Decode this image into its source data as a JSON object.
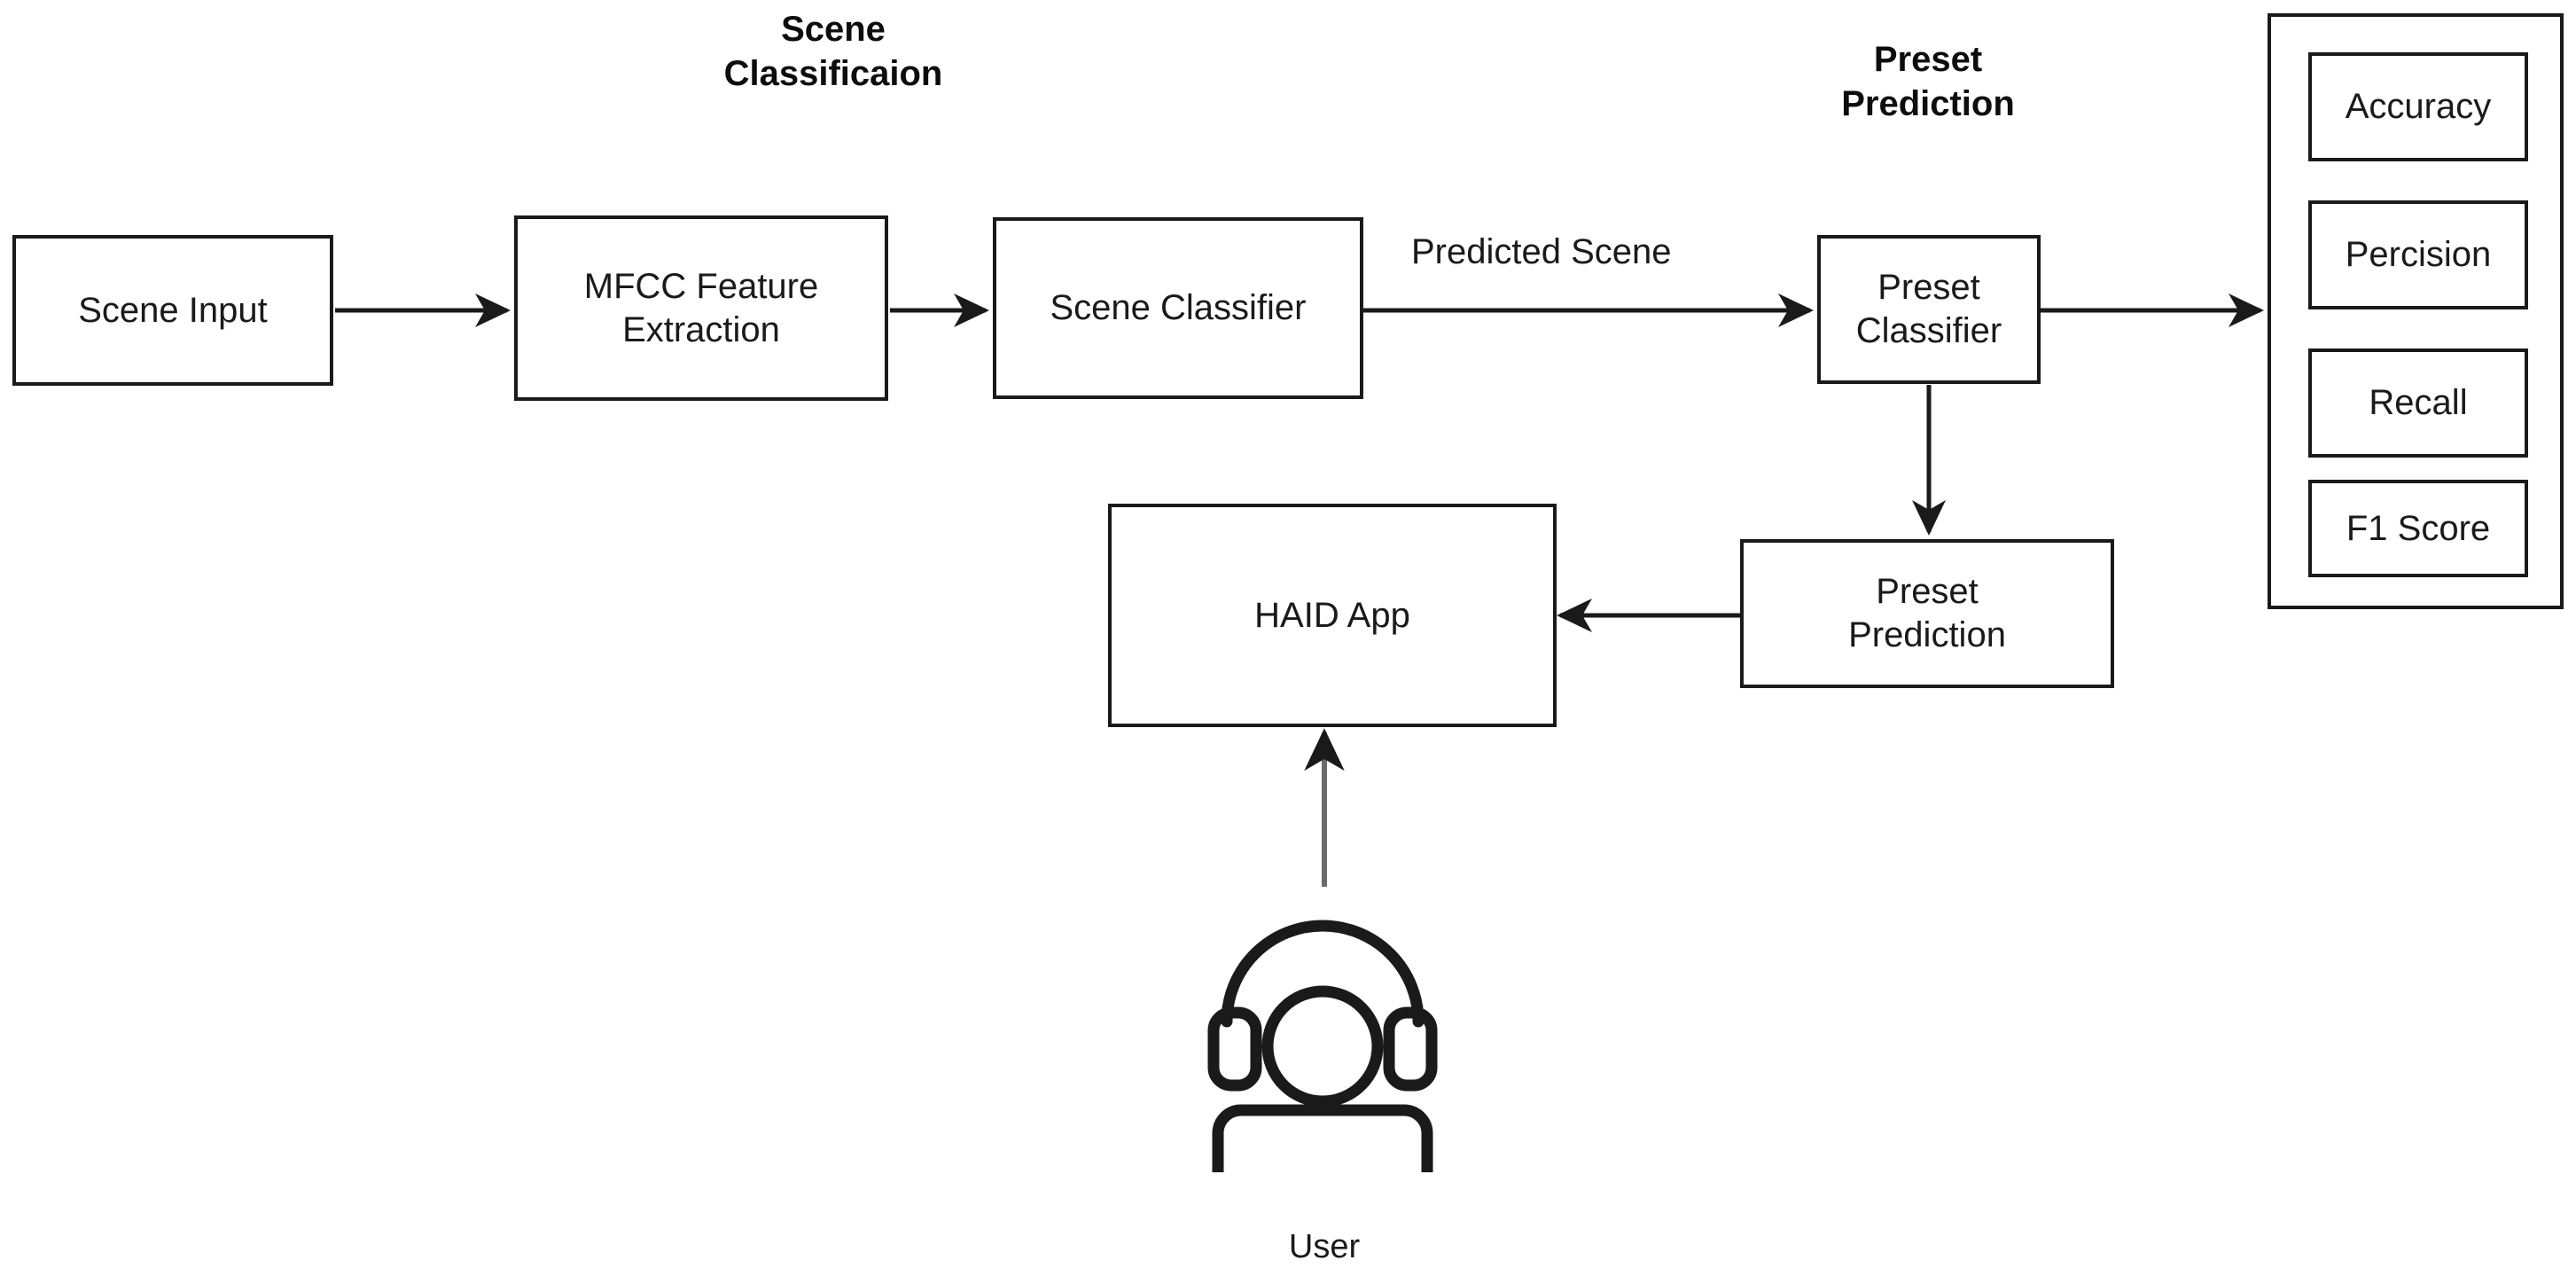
{
  "diagram": {
    "title_scene": "Scene\nClassificaion",
    "title_preset": "Preset\nPrediction",
    "nodes": {
      "scene_input": "Scene Input",
      "mfcc": "MFCC Feature\nExtraction",
      "scene_classifier": "Scene Classifier",
      "preset_classifier": "Preset\nClassifier",
      "preset_prediction": "Preset\nPrediction",
      "haid_app": "HAID App"
    },
    "edge_labels": {
      "predicted_scene": "Predicted Scene"
    },
    "metrics": {
      "items": [
        {
          "label": "Accuracy"
        },
        {
          "label": "Percision"
        },
        {
          "label": "Recall"
        },
        {
          "label": "F1 Score"
        }
      ]
    },
    "actor": {
      "caption": "User",
      "icon": "user-headphones-icon"
    },
    "colors": {
      "stroke": "#1a1a1a",
      "user_connector": "#6b6b6b",
      "background": "#ffffff"
    }
  }
}
